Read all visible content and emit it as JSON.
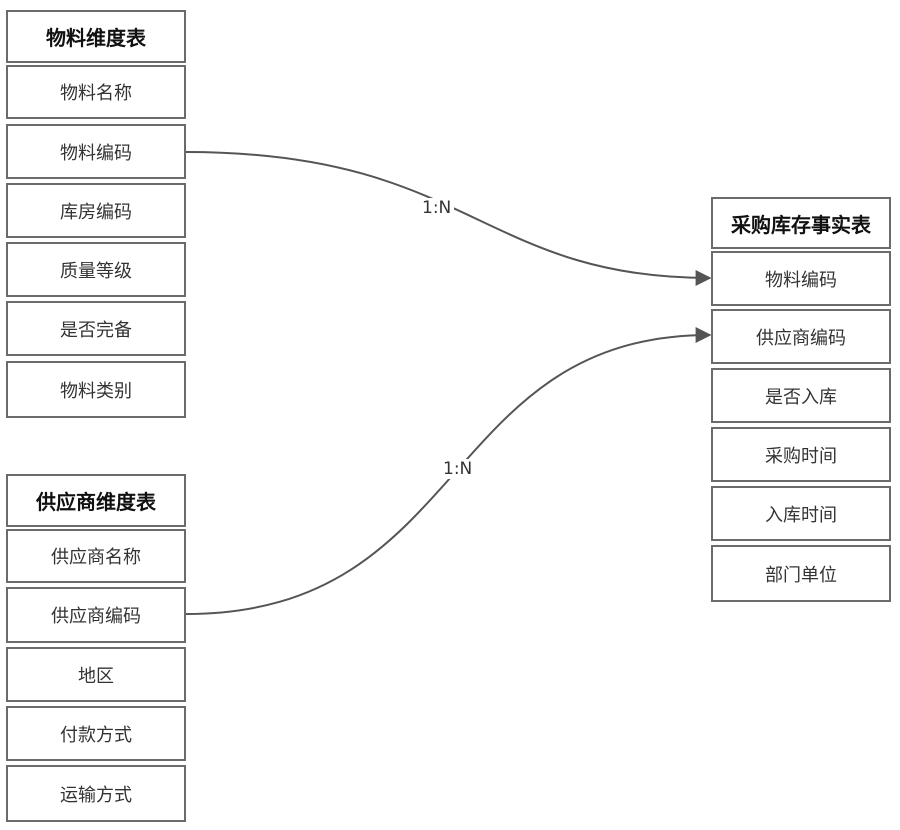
{
  "tables": {
    "material": {
      "title": "物料维度表",
      "fields": [
        "物料名称",
        "物料编码",
        "库房编码",
        "质量等级",
        "是否完备",
        "物料类别"
      ]
    },
    "supplier": {
      "title": "供应商维度表",
      "fields": [
        "供应商名称",
        "供应商编码",
        "地区",
        "付款方式",
        "运输方式"
      ]
    },
    "fact": {
      "title": "采购库存事实表",
      "fields": [
        "物料编码",
        "供应商编码",
        "是否入库",
        "采购时间",
        "入库时间",
        "部门单位"
      ]
    }
  },
  "relationships": [
    {
      "from": "物料维度表.物料编码",
      "to": "采购库存事实表.物料编码",
      "label": "1:N"
    },
    {
      "from": "供应商维度表.供应商编码",
      "to": "采购库存事实表.供应商编码",
      "label": "1:N"
    }
  ],
  "colors": {
    "border": "#6b6b6b",
    "line": "#555555",
    "text": "#333333"
  }
}
